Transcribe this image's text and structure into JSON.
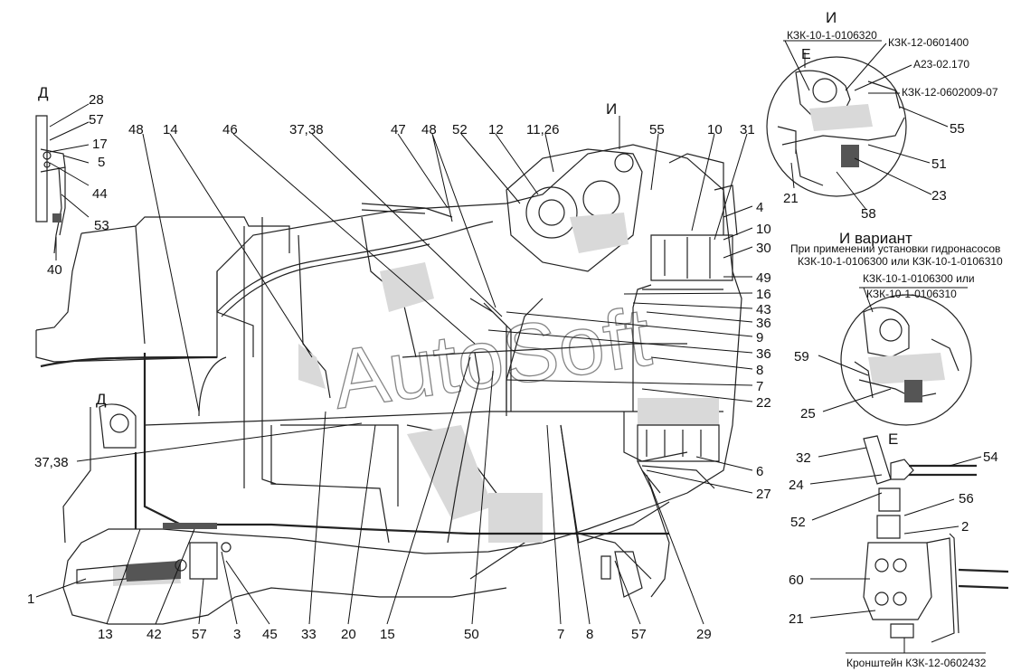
{
  "watermark": "AutoSoft",
  "view_d": {
    "title": "Д",
    "callouts": [
      "28",
      "57",
      "17",
      "5",
      "44",
      "53",
      "40"
    ]
  },
  "view_d_marker": "Д",
  "main_callouts_top": [
    "48",
    "14",
    "46",
    "37,38",
    "47",
    "48",
    "52",
    "12",
    "11,26",
    "55",
    "10",
    "31"
  ],
  "view_i_marker": "И",
  "main_callouts_right": [
    "4",
    "10",
    "30",
    "49",
    "16",
    "43",
    "36",
    "9",
    "36",
    "8",
    "7",
    "22",
    "6",
    "27"
  ],
  "main_callouts_left": [
    "37,38",
    "1"
  ],
  "main_callouts_bottom": [
    "13",
    "42",
    "57",
    "3",
    "45",
    "33",
    "20",
    "15",
    "50",
    "7",
    "8",
    "57",
    "29"
  ],
  "view_i": {
    "title": "И",
    "sub_marker": "Е",
    "part_numbers": [
      "КЗК-10-1-0106320",
      "КЗК-12-0601400",
      "А23-02.170",
      "КЗК-12-0602009-07"
    ],
    "callouts": [
      "55",
      "51",
      "23",
      "21",
      "58"
    ]
  },
  "view_i_variant": {
    "title": "И вариант",
    "subtitle_line1": "При применении установки гидронасосов",
    "subtitle_line2": "КЗК-10-1-0106300 или КЗК-10-1-0106310",
    "part_line1": "КЗК-10-1-0106300 или",
    "part_line2": "КЗК-10-1-0106310",
    "callouts": [
      "59",
      "25"
    ]
  },
  "view_e": {
    "title": "Е",
    "callouts": [
      "32",
      "54",
      "24",
      "56",
      "52",
      "2",
      "60",
      "21"
    ],
    "caption": "Кронштейн КЗК-12-0602432"
  }
}
